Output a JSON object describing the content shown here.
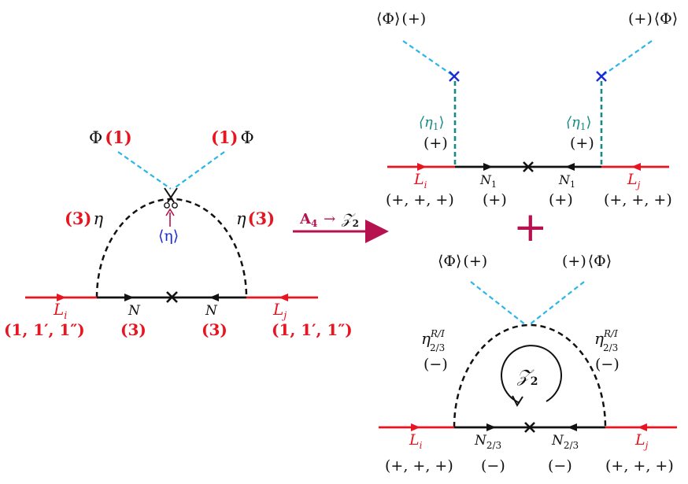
{
  "left": {
    "phi_left": "Φ",
    "phi_left_rep": "(1)",
    "phi_right": "Φ",
    "phi_right_rep": "(1)",
    "eta_left": "η",
    "eta_left_rep": "(3)",
    "eta_right": "η",
    "eta_right_rep": "(3)",
    "vev_eta": "⟨η⟩",
    "li": "L",
    "li_sub": "i",
    "lj": "L",
    "lj_sub": "j",
    "li_rep": "(1, 1′, 1″)",
    "lj_rep": "(1, 1′, 1″)",
    "n_left": "N",
    "n_right": "N",
    "n_left_rep": "(3)",
    "n_right_rep": "(3)"
  },
  "arrow": {
    "from": "A",
    "from_sub": "4",
    "to": "𝒵",
    "to_sub": "2"
  },
  "top_right": {
    "vev_phi_left": "⟨Φ⟩",
    "vev_phi_left_charge": "(+)",
    "vev_phi_right": "⟨Φ⟩",
    "vev_phi_right_charge": "(+)",
    "eta1_left": "⟨η",
    "eta1_left_sub": "1",
    "eta1_left_close": "⟩",
    "eta1_left_charge": "(+)",
    "eta1_right": "⟨η",
    "eta1_right_sub": "1",
    "eta1_right_close": "⟩",
    "eta1_right_charge": "(+)",
    "li": "L",
    "li_sub": "i",
    "lj": "L",
    "lj_sub": "j",
    "n_left": "N",
    "n_left_sub": "1",
    "n_right": "N",
    "n_right_sub": "1",
    "li_charge": "(+, +, +)",
    "n_left_charge": "(+)",
    "n_right_charge": "(+)",
    "lj_charge": "(+, +, +)"
  },
  "plus": "+",
  "bottom_right": {
    "vev_phi_left": "⟨Φ⟩",
    "vev_phi_left_charge": "(+)",
    "vev_phi_right": "⟨Φ⟩",
    "vev_phi_right_charge": "(+)",
    "eta_left": "η",
    "eta_left_sub": "2/3",
    "eta_left_sup": "R/I",
    "eta_left_charge": "(−)",
    "eta_right": "η",
    "eta_right_sub": "2/3",
    "eta_right_sup": "R/I",
    "eta_right_charge": "(−)",
    "z2": "𝒵",
    "z2_sub": "2",
    "li": "L",
    "li_sub": "i",
    "lj": "L",
    "lj_sub": "j",
    "n_left": "N",
    "n_left_sub": "2/3",
    "n_right": "N",
    "n_right_sub": "2/3",
    "li_charge": "(+, +, +)",
    "n_left_charge": "(−)",
    "n_right_charge": "(−)",
    "lj_charge": "(+, +, +)"
  },
  "colors": {
    "red": "#e8141f",
    "cyan": "#29b6e8",
    "teal": "#178a86",
    "blue": "#1a2bd6",
    "crimson": "#b5124f",
    "black": "#111111"
  }
}
